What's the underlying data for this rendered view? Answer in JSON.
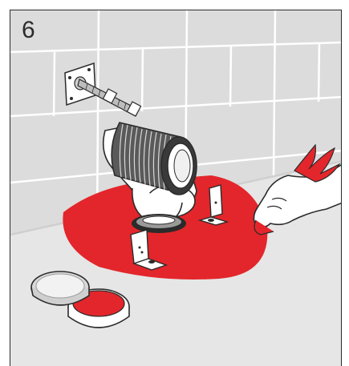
{
  "step": {
    "number": "6"
  },
  "colors": {
    "wall": "#dcdcdc",
    "floor": "#e6e6e6",
    "accent_red": "#e3262b",
    "outline": "#2b2b2b",
    "white": "#ffffff"
  },
  "icons": [
    "wall-tile-grid",
    "wall-mounting-plate",
    "threaded-rod",
    "pan-connector-elbow",
    "flexible-corrugated-pipe",
    "floor-drain-collar",
    "mounting-bracket",
    "sealant-applied-area",
    "sealant-tin",
    "hand-with-cloth"
  ]
}
